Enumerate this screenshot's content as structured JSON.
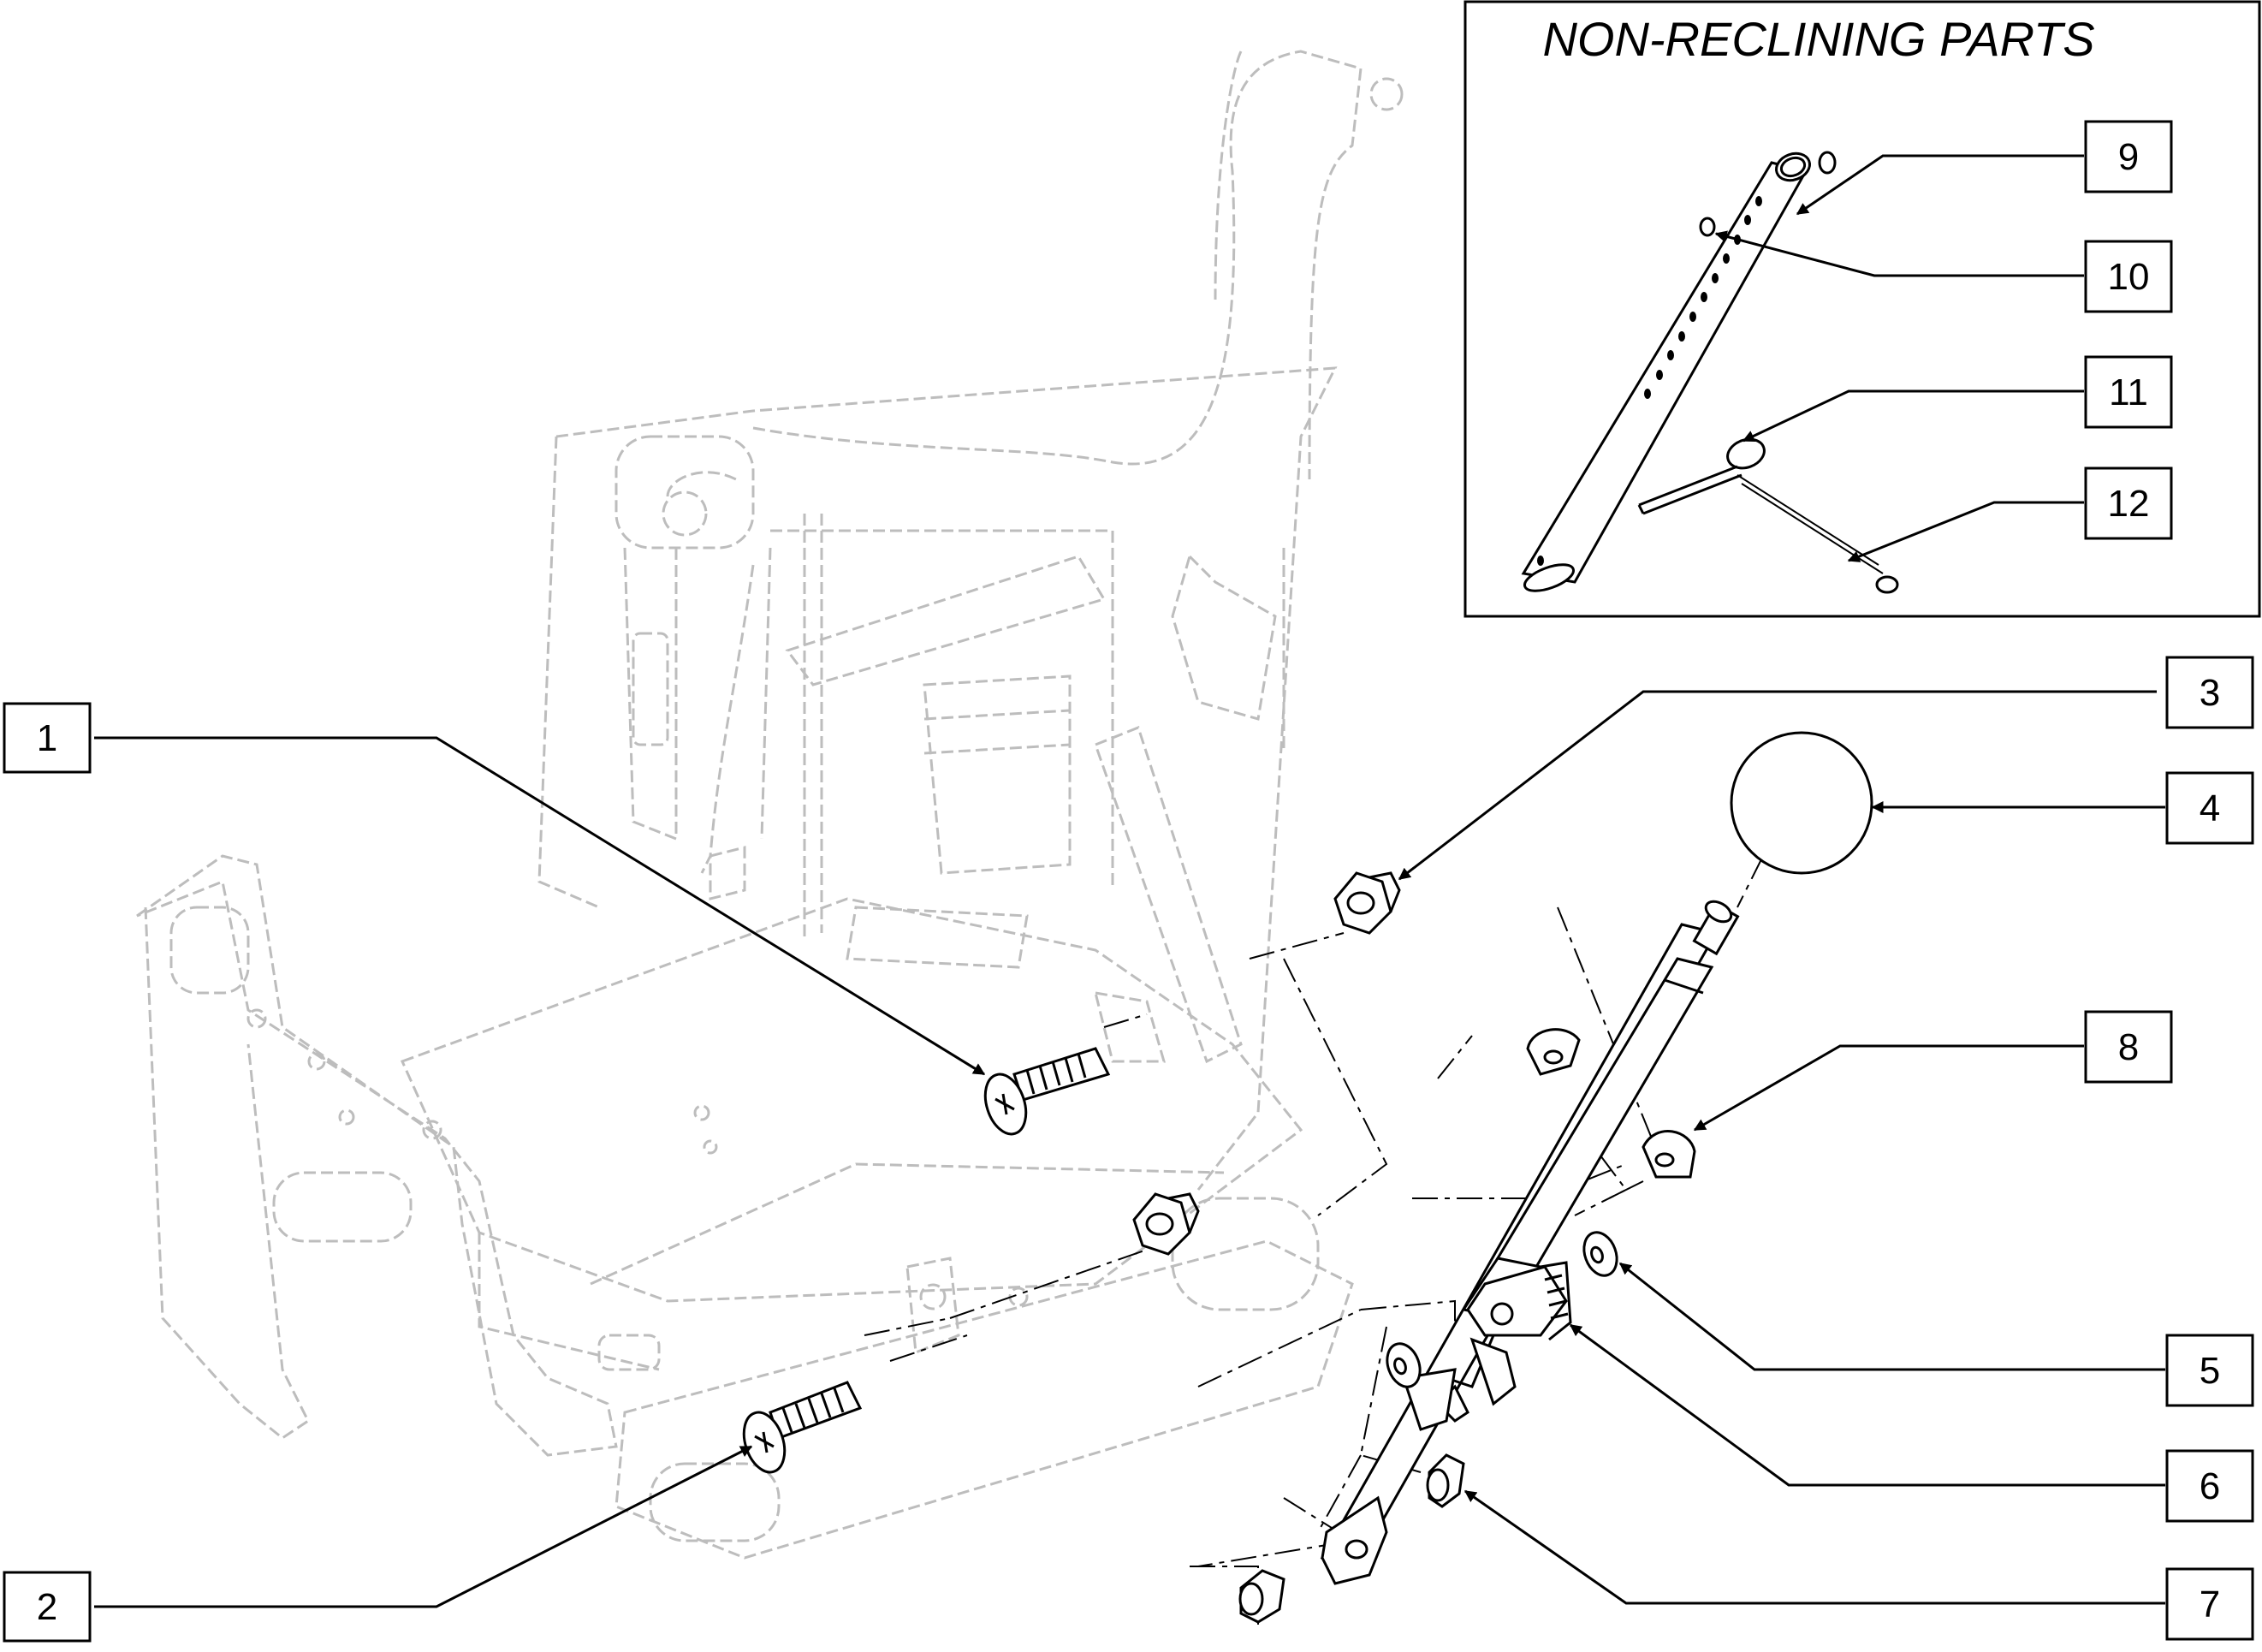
{
  "inset": {
    "title": "NON-RECLINING PARTS"
  },
  "callouts": {
    "c1": "1",
    "c2": "2",
    "c3": "3",
    "c4": "4",
    "c5": "5",
    "c6": "6",
    "c7": "7",
    "c8": "8",
    "c9": "9",
    "c10": "10",
    "c11": "11",
    "c12": "12"
  },
  "colors": {
    "ghost_lines": "#bdbdbd",
    "part_lines": "#000000"
  }
}
